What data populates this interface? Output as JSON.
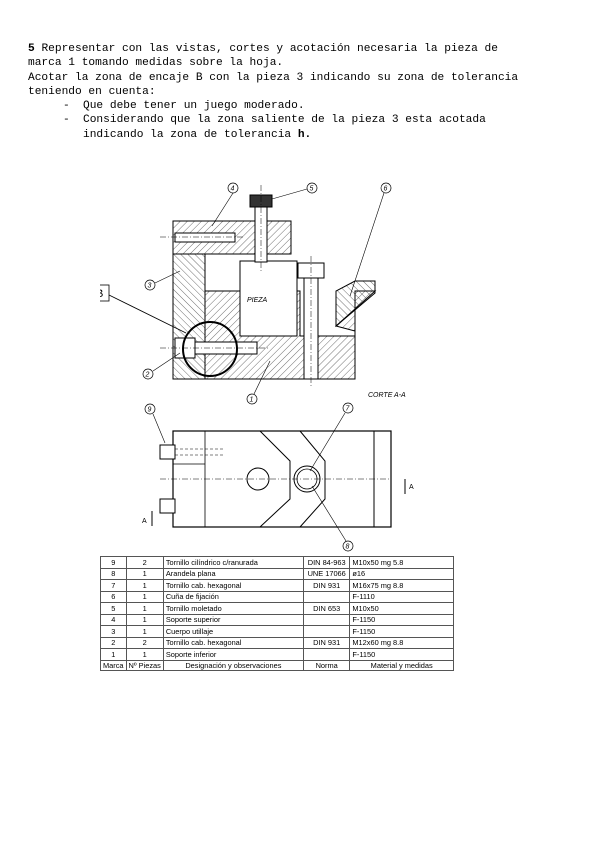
{
  "problem": {
    "number": "5",
    "line1": "Representar con  las vistas, cortes y acotación necesaria la pieza de",
    "line2": "marca 1 tomando medidas sobre la hoja.",
    "line3": "Acotar la zona de encaje B con la pieza 3 indicando su zona de tolerancia",
    "line4": "teniendo en cuenta:",
    "bullets": [
      "Que debe tener un juego moderado.",
      "Considerando que la zona saliente de la pieza 3  esta acotada"
    ],
    "bullet2_cont": "indicando la zona de tolerancia",
    "bullet2_bold": "h.",
    "dash": "-"
  },
  "drawing": {
    "label_b": "B",
    "label_pieza": "PIEZA",
    "label_section": "CORTE A-A",
    "label_a": "A",
    "balloons": [
      "1",
      "2",
      "3",
      "4",
      "5",
      "6",
      "7",
      "8",
      "9"
    ]
  },
  "parts_list": {
    "headers": [
      "Marca",
      "Nº Piezas",
      "Designación y observaciones",
      "Norma",
      "Material y medidas"
    ],
    "rows": [
      {
        "marca": "9",
        "piezas": "2",
        "designacion": "Tornillo cilíndrico c/ranurada",
        "norma": "DIN 84-963",
        "material": "M10x50  mg  5.8"
      },
      {
        "marca": "8",
        "piezas": "1",
        "designacion": "Arandela plana",
        "norma": "UNE 17066",
        "material": "ø16"
      },
      {
        "marca": "7",
        "piezas": "1",
        "designacion": "Tornillo cab. hexagonal",
        "norma": "DIN  931",
        "material": "M16x75  mg  8.8"
      },
      {
        "marca": "6",
        "piezas": "1",
        "designacion": "Cuña de fijación",
        "norma": "",
        "material": "F-1110"
      },
      {
        "marca": "5",
        "piezas": "1",
        "designacion": "Tornillo moletado",
        "norma": "DIN  653",
        "material": "M10x50"
      },
      {
        "marca": "4",
        "piezas": "1",
        "designacion": "Soporte superior",
        "norma": "",
        "material": "F-1150"
      },
      {
        "marca": "3",
        "piezas": "1",
        "designacion": "Cuerpo utillaje",
        "norma": "",
        "material": "F-1150"
      },
      {
        "marca": "2",
        "piezas": "2",
        "designacion": "Tornillo cab. hexagonal",
        "norma": "DIN  931",
        "material": "M12x60  mg  8.8"
      },
      {
        "marca": "1",
        "piezas": "1",
        "designacion": "Soporte inferior",
        "norma": "",
        "material": "F-1150"
      }
    ]
  }
}
